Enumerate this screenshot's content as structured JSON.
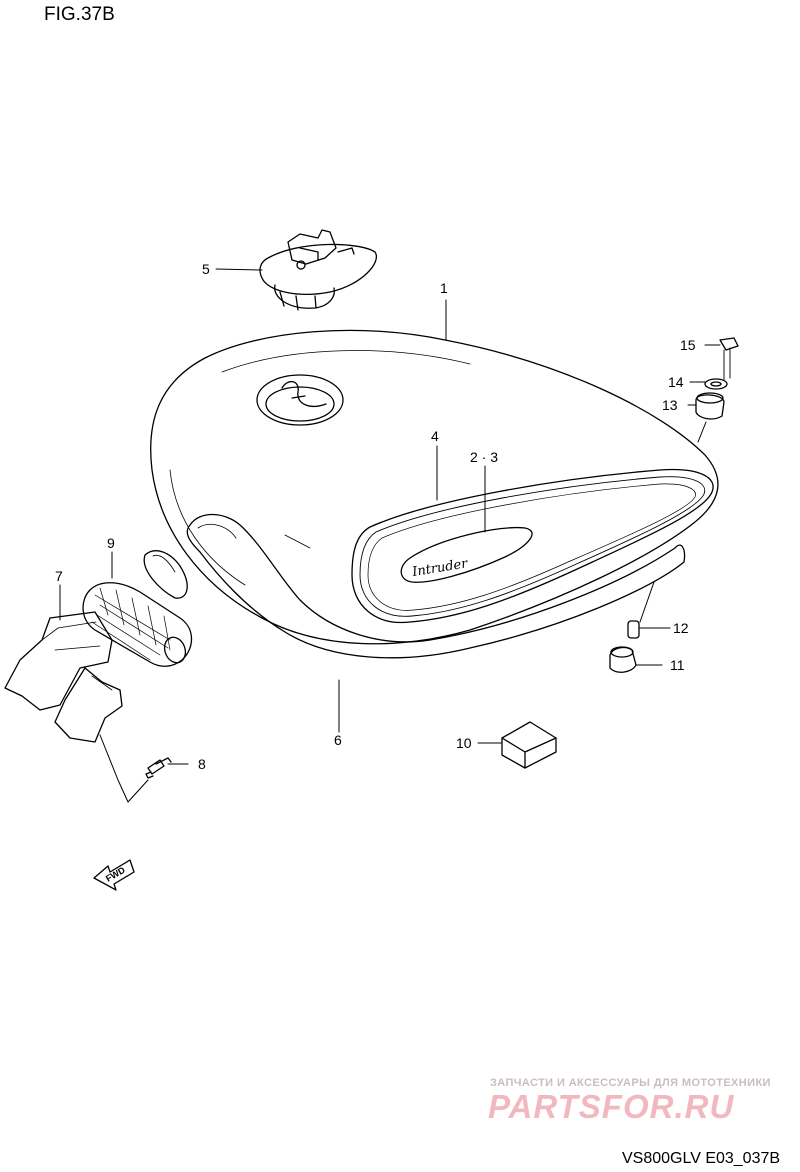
{
  "figure": {
    "title": "FIG.37B",
    "code": "VS800GLV E03_037B"
  },
  "watermark": {
    "tagline": "ЗАПЧАСТИ И АКСЕССУАРЫ ДЛЯ МОТОТЕХНИКИ",
    "brand": "PARTSFOR.RU"
  },
  "emblem_script": "Intruder",
  "fwd_label": "FWD",
  "callouts": {
    "c1": "1",
    "c23": "2 · 3",
    "c4": "4",
    "c5": "5",
    "c6": "6",
    "c7": "7",
    "c8": "8",
    "c9": "9",
    "c10": "10",
    "c11": "11",
    "c12": "12",
    "c13": "13",
    "c14": "14",
    "c15": "15"
  },
  "colors": {
    "line": "#000000",
    "watermark_brand": "#f2b8c0",
    "watermark_tagline": "#c9bdbd"
  }
}
